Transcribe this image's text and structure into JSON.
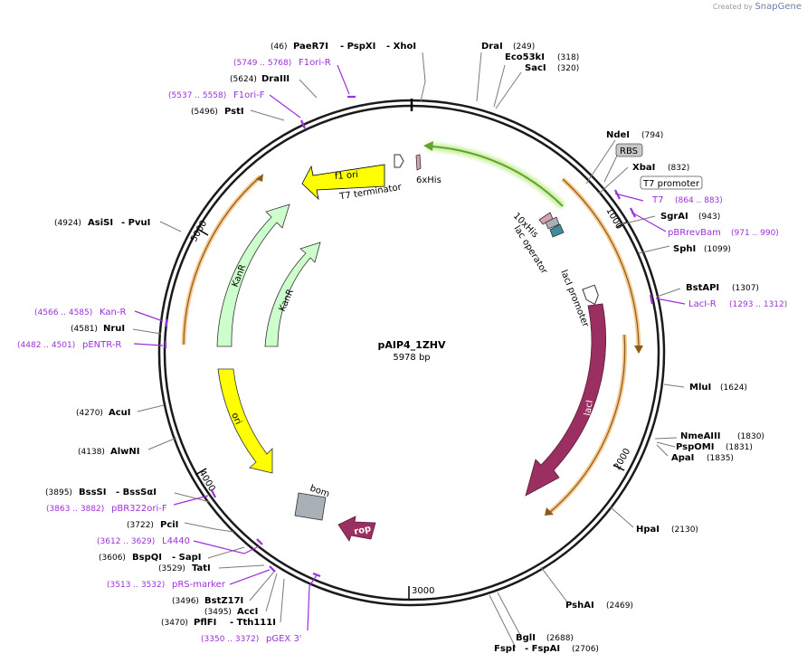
{
  "credit": {
    "prefix": "Created by",
    "brand": "SnapGene"
  },
  "plasmid": {
    "name": "pAIP4_1ZHV",
    "size": "5978 bp"
  },
  "ticks": [
    "1000",
    "2000",
    "3000",
    "4000",
    "5000"
  ],
  "features": {
    "f1ori": "f1 ori",
    "t7term": "T7 terminator",
    "his6": "6xHis",
    "his10": "10xHis",
    "lacop": "lac operator",
    "lacprom": "lacI promoter",
    "laci": "lacI",
    "kanr1": "KanR",
    "kanr2": "KanR",
    "ori": "ori",
    "bom": "bom",
    "rop": "rop",
    "rbs": "RBS",
    "t7prom": "T7 promoter"
  },
  "sites": {
    "paer7i": {
      "pos": "(46)",
      "name": "PaeR7I",
      "name2": "- PspXI",
      "name3": "- XhoI"
    },
    "drai": {
      "name": "DraI",
      "pos": "(249)"
    },
    "eco53ki": {
      "name": "Eco53kI",
      "pos": "(318)"
    },
    "saci": {
      "name": "SacI",
      "pos": "(320)"
    },
    "ndei": {
      "name": "NdeI",
      "pos": "(794)"
    },
    "xbai": {
      "name": "XbaI",
      "pos": "(832)"
    },
    "sgrai": {
      "name": "SgrAI",
      "pos": "(943)"
    },
    "sphi": {
      "name": "SphI",
      "pos": "(1099)"
    },
    "bstapi": {
      "name": "BstAPI",
      "pos": "(1307)"
    },
    "mlui": {
      "name": "MluI",
      "pos": "(1624)"
    },
    "nmeaiii": {
      "name": "NmeAIII",
      "pos": "(1830)"
    },
    "pspomi": {
      "name": "PspOMI",
      "pos": "(1831)"
    },
    "apai": {
      "name": "ApaI",
      "pos": "(1835)"
    },
    "hpai": {
      "name": "HpaI",
      "pos": "(2130)"
    },
    "pshai": {
      "name": "PshAI",
      "pos": "(2469)"
    },
    "bgli": {
      "name": "BglI",
      "pos": "(2688)"
    },
    "fspi": {
      "name": "FspI",
      "name2": "- FspAI",
      "pos": "(2706)"
    },
    "draiii": {
      "pos": "(5624)",
      "name": "DraIII"
    },
    "psti": {
      "pos": "(5496)",
      "name": "PstI"
    },
    "asisi": {
      "pos": "(4924)",
      "name": "AsiSI",
      "name2": "- PvuI"
    },
    "nrui": {
      "pos": "(4581)",
      "name": "NruI"
    },
    "acui": {
      "pos": "(4270)",
      "name": "AcuI"
    },
    "alwni": {
      "pos": "(4138)",
      "name": "AlwNI"
    },
    "bsssi": {
      "pos": "(3895)",
      "name": "BssSI",
      "name2": "- BssSαI"
    },
    "pcii": {
      "pos": "(3722)",
      "name": "PciI"
    },
    "bspqi": {
      "pos": "(3606)",
      "name": "BspQI",
      "name2": "- SapI"
    },
    "tati": {
      "pos": "(3529)",
      "name": "TatI"
    },
    "bstz17i": {
      "pos": "(3496)",
      "name": "BstZ17I"
    },
    "acci": {
      "pos": "(3495)",
      "name": "AccI"
    },
    "pflfi": {
      "pos": "(3470)",
      "name": "PflFI",
      "name2": "- Tth111I"
    }
  },
  "primers": {
    "f1orir": {
      "pos": "(5749 .. 5768)",
      "name": "F1ori-R"
    },
    "f1orif": {
      "pos": "(5537 .. 5558)",
      "name": "F1ori-F"
    },
    "t7": {
      "name": "T7",
      "pos": "(864 .. 883)"
    },
    "pbrrevbam": {
      "name": "pBRrevBam",
      "pos": "(971 .. 990)"
    },
    "lacir": {
      "name": "LacI-R",
      "pos": "(1293 .. 1312)"
    },
    "kanr": {
      "pos": "(4566 .. 4585)",
      "name": "Kan-R"
    },
    "pentrr": {
      "pos": "(4482 .. 4501)",
      "name": "pENTR-R"
    },
    "pbr322": {
      "pos": "(3863 .. 3882)",
      "name": "pBR322ori-F"
    },
    "l4440": {
      "pos": "(3612 .. 3629)",
      "name": "L4440"
    },
    "prsmarker": {
      "pos": "(3513 .. 3532)",
      "name": "pRS-marker"
    },
    "pgex3": {
      "pos": "(3350 .. 3372)",
      "name": "pGEX 3'"
    }
  },
  "colors": {
    "backbone": "#1a1a1a",
    "enzyme_line": "#7a7a7a",
    "primer": "#9b30d9",
    "f1ori": "#ffff00",
    "ori": "#ffff00",
    "kanr": "#ccffcc",
    "laci": "#9b2f62",
    "rop": "#9b2f62",
    "his6": "#d9a0b0",
    "his10": "#d9a0b0",
    "bom": "#a8b0b8",
    "orf": "#f7c98e",
    "orf_line": "#8a5a1a",
    "cds_green": "#5fa52e",
    "cds_green_glow": "#c9ef9c",
    "rbs_box": "#c8c8c8"
  }
}
